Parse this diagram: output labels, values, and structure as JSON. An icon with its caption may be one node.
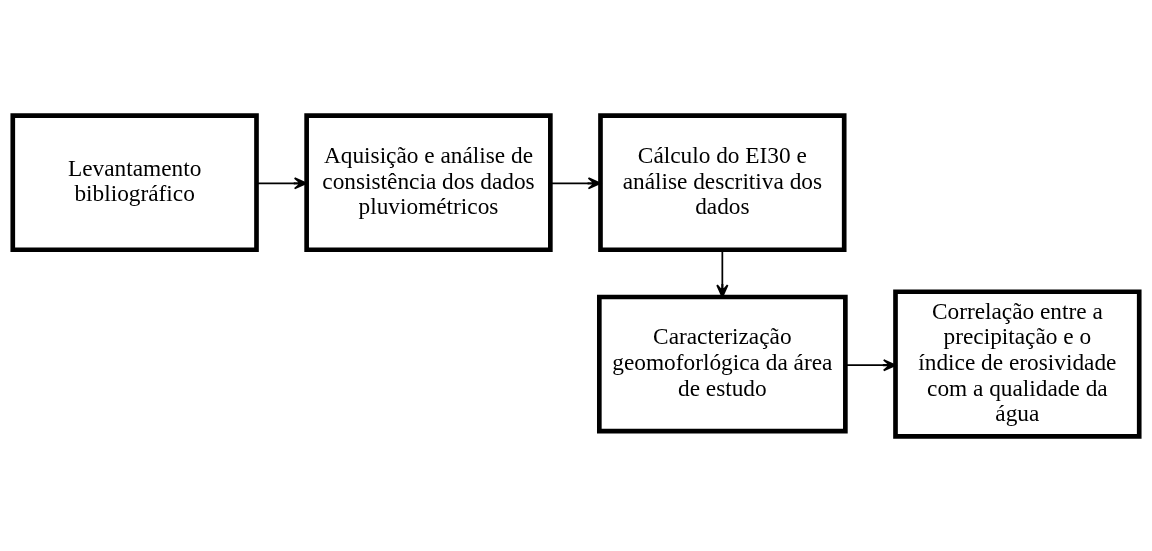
{
  "diagram": {
    "nodes": [
      {
        "text": [
          "Levantamento bibliográfico"
        ]
      },
      {
        "text": [
          "Aquisição e análise de consistência dos dados pluviométricos"
        ]
      },
      {
        "text": [
          "Cálculo do EI30 e análise descritiva dos dados"
        ]
      },
      {
        "text": [
          "Caracterização geomoforlógica da área de estudo"
        ]
      },
      {
        "text": [
          "Correlação entre a precipitação e o índice de erosividade com a qualidade da água"
        ]
      }
    ],
    "edges": [
      {
        "from": 0,
        "to": 1,
        "arrow": "to"
      },
      {
        "from": 1,
        "to": 2,
        "arrow": "to"
      },
      {
        "from": 2,
        "to": 3,
        "arrow": "to"
      },
      {
        "from": 3,
        "to": 4,
        "arrow": "to"
      }
    ]
  }
}
